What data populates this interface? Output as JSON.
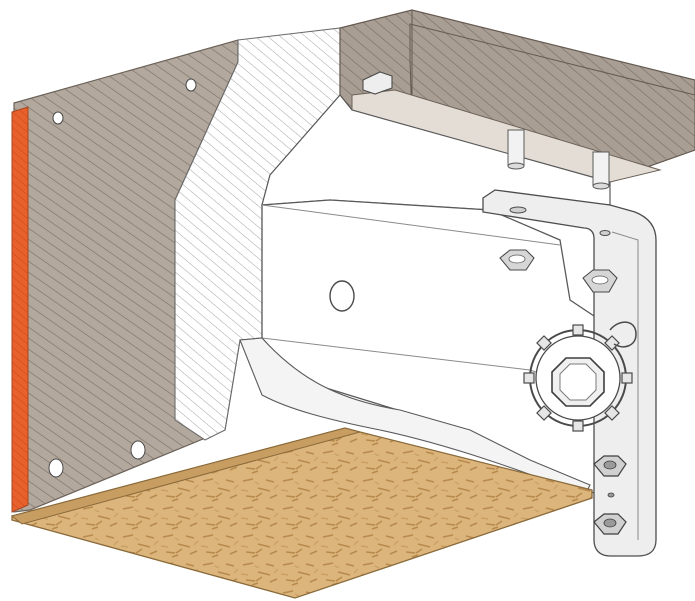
{
  "figure": {
    "colors": {
      "background": "#ffffff",
      "masonry_fill": "#b3a89d",
      "masonry_hatch": "#8a7f75",
      "insulation_fill": "#ffffff",
      "insulation_hatch": "#9a9a9a",
      "render_strip": "#e8602c",
      "osb_board": "#d9b37a",
      "osb_flake": "#b88a4c",
      "housing": "#ffffff",
      "outline": "#5a5a5a",
      "bracket": "#e9e9e9",
      "nut": "#c8c8c8"
    },
    "components": [
      "masonry-wall",
      "insulation-layer",
      "lintel-beam",
      "roller-shutter-housing",
      "mounting-bracket",
      "octagonal-shaft-bearing",
      "osb-board",
      "render-strip"
    ]
  }
}
